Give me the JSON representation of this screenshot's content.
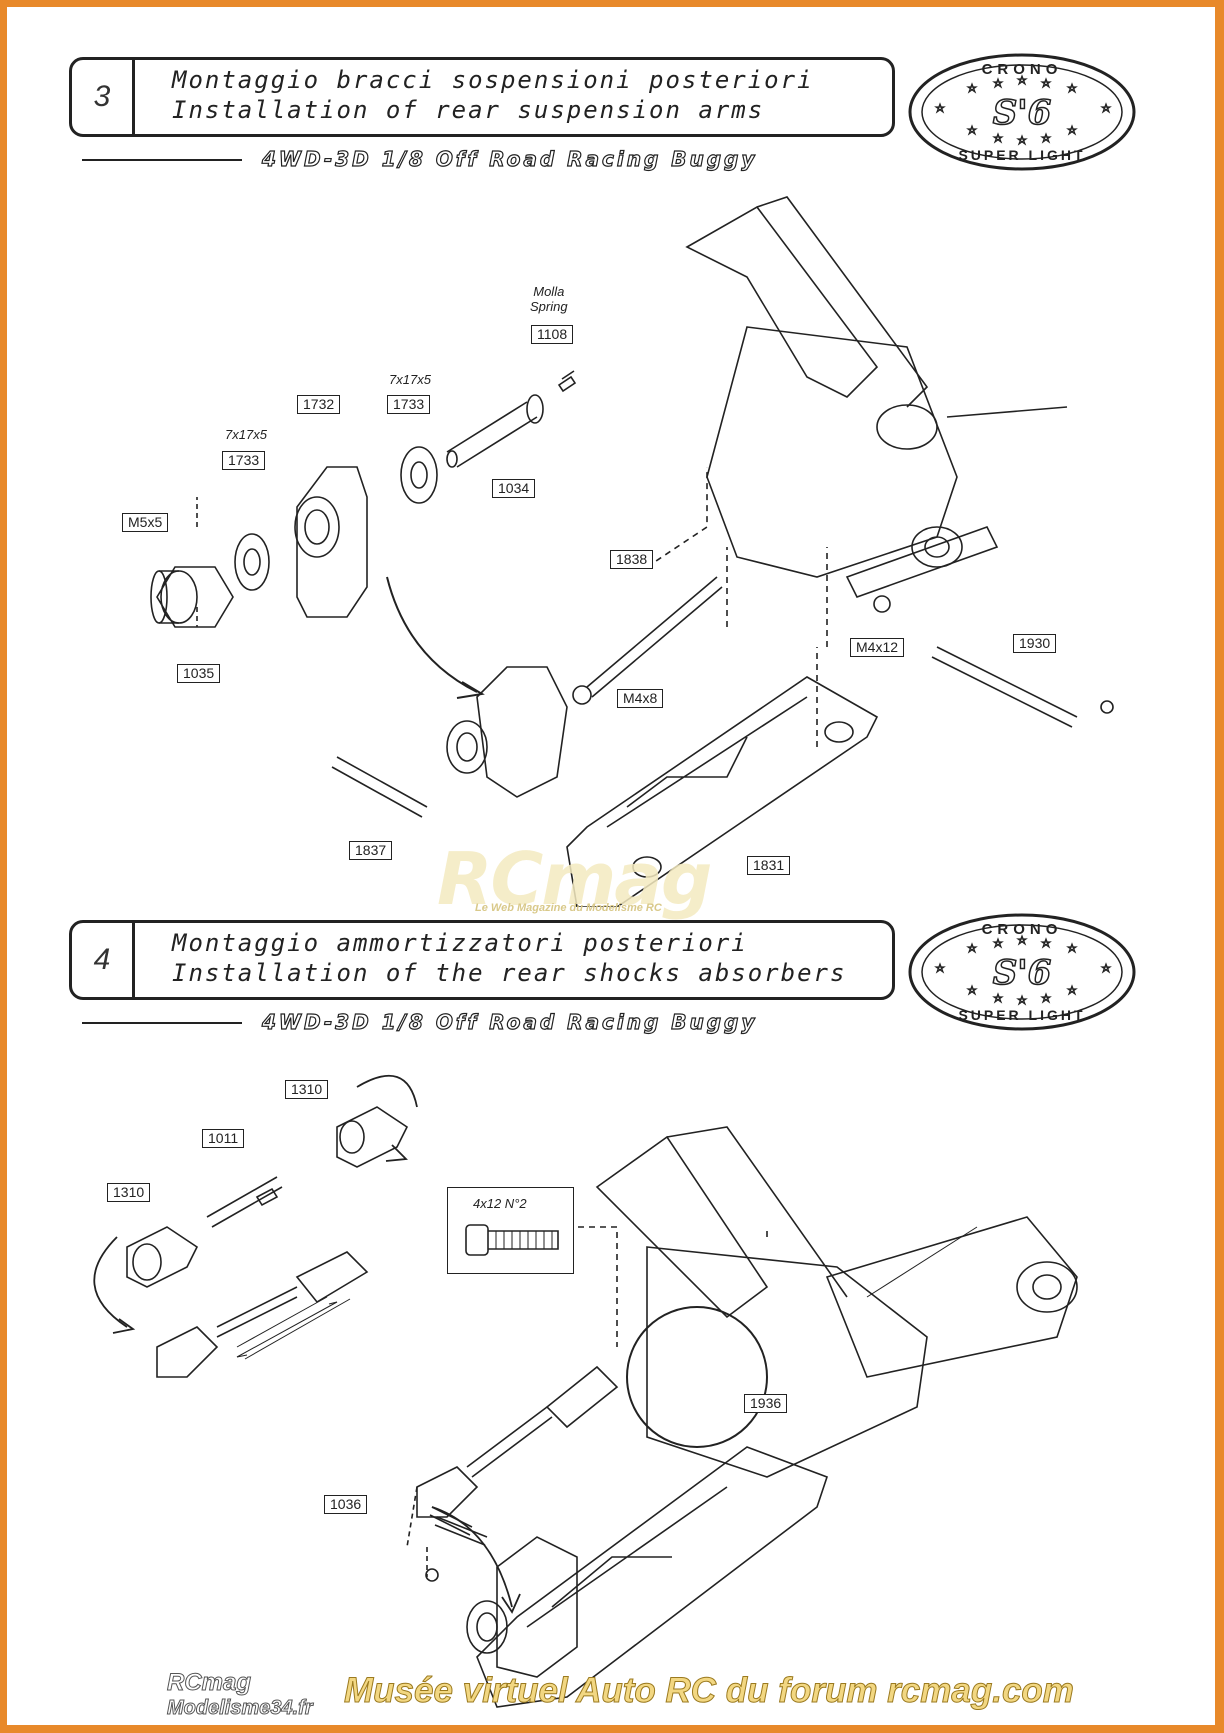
{
  "section3": {
    "number": "3",
    "title_it": "Montaggio bracci sospensioni posteriori",
    "title_en": "Installation of rear suspension arms",
    "subtitle": "4WD-3D 1/8 Off Road Racing Buggy",
    "logo": {
      "top": "CRONO",
      "mid": "S'6",
      "bottom": "SUPER LIGHT"
    },
    "parts": [
      "1108",
      "1733",
      "1732",
      "1733",
      "1034",
      "M5x5",
      "1035",
      "1838",
      "M4x12",
      "1930",
      "M4x8",
      "1837",
      "1831"
    ],
    "notes": {
      "spring_it": "Molla",
      "spring_en": "Spring",
      "bearing_a": "7x17x5",
      "bearing_b": "7x17x5"
    }
  },
  "section4": {
    "number": "4",
    "title_it": "Montaggio ammortizzatori posteriori",
    "title_en": "Installation of the rear shocks absorbers",
    "subtitle": "4WD-3D 1/8 Off Road Racing Buggy",
    "logo": {
      "top": "CRONO",
      "mid": "S'6",
      "bottom": "SUPER LIGHT"
    },
    "parts": [
      "1310",
      "1011",
      "1310",
      "1936",
      "1036"
    ],
    "screw_note": "4x12 N°2"
  },
  "watermark": {
    "title": "RCmag",
    "subtitle": "Le Web Magazine du Modelisme RC"
  },
  "footer": {
    "brand1": "RCmag",
    "brand2": "Modelisme34.fr",
    "caption": "Musée virtuel Auto RC du forum rcmag.com"
  }
}
